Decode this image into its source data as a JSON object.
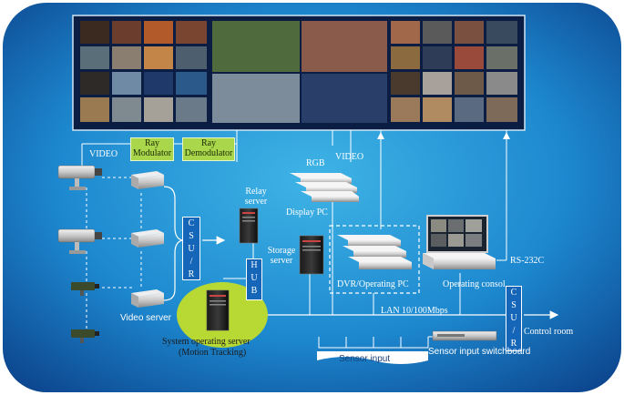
{
  "colors": {
    "background_outer": "#ffffff",
    "panel_blue_light": "#30a6dd",
    "panel_blue_dark": "#0a3d86",
    "line_white": "#ffffff",
    "accent_green": "#a9d64a",
    "ellipse_green": "#b8d834"
  },
  "labels": {
    "video_left": "VIDEO",
    "video_right": "VIDEO",
    "rgb": "RGB",
    "ray_modulator": "Ray Modulator",
    "ray_demodulator": "Ray Demodulator",
    "relay_server": "Relay server",
    "display_pc": "Display PC",
    "storage_server": "Storage server",
    "dvr_operating_pc": "DVR/Operating PC",
    "operating_console": "Operating consol",
    "rs232c": "RS-232C",
    "lan": "LAN 10/100Mbps",
    "control_room": "Control room",
    "video_server": "Video server",
    "system_operating_server": "System operating server",
    "motion_tracking": "(Motion Tracking)",
    "sensor_input": "Sensor input",
    "sensor_input_switchboard": "Sensor input switchboard",
    "csu_r_left": [
      "C",
      "S",
      "U",
      "/",
      "R"
    ],
    "hub": [
      "H",
      "U",
      "B"
    ],
    "csu_r_right": [
      "C",
      "S",
      "U",
      "/",
      "R"
    ]
  },
  "icons": {
    "camera": "cctv-camera-icon",
    "video_server": "video-server-box-icon",
    "tower_server": "tower-server-icon",
    "rack_pc": "rack-pc-icon",
    "monitor_wall": "video-wall-monitor-icon",
    "console_monitor": "console-monitor-icon",
    "switchboard": "switchboard-icon"
  }
}
